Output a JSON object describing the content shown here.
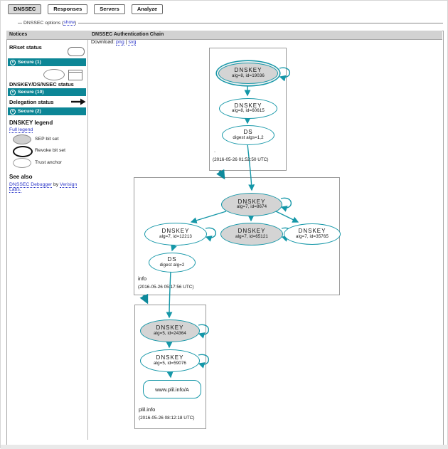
{
  "tabs": [
    {
      "label": "DNSSEC",
      "active": true
    },
    {
      "label": "Responses",
      "active": false
    },
    {
      "label": "Servers",
      "active": false
    },
    {
      "label": "Analyze",
      "active": false
    }
  ],
  "options": {
    "before": "DNSSEC options (",
    "show_link": "show",
    "after": ")"
  },
  "sidebar": {
    "header": "Notices",
    "rrset": {
      "title": "RRset status",
      "status": "Secure (1)"
    },
    "dnskey_ds_nsec": {
      "title": "DNSKEY/DS/NSEC status",
      "status": "Secure (10)"
    },
    "delegation": {
      "title": "Delegation status",
      "status": "Secure (2)"
    },
    "legend": {
      "title": "DNSKEY legend",
      "full_legend_link": "Full legend",
      "sep": "SEP bit set",
      "revoke": "Revoke bit set",
      "trust": "Trust anchor"
    },
    "see_also": {
      "title": "See also",
      "debugger_link": "DNSSEC Debugger",
      "by": " by ",
      "verisign_link": "Verisign Labs."
    }
  },
  "main": {
    "header": "DNSSEC Authentication Chain",
    "download": {
      "label": "Download:",
      "png_link": "png",
      "sep": "|",
      "svg_link": "svg"
    }
  },
  "graph": {
    "colors": {
      "secure_teal": "#0c8696",
      "edge_teal": "#1597a8",
      "sep_fill": "#d4d4d4"
    },
    "zones": [
      {
        "name": ".",
        "timestamp": "(2016-05-26 01:52:50 UTC)"
      },
      {
        "name": "info",
        "timestamp": "(2016-05-26 05:17:56 UTC)"
      },
      {
        "name": "plil.info",
        "timestamp": "(2016-05-26 08:12:18 UTC)"
      }
    ],
    "nodes": {
      "k19036": {
        "t": "DNSKEY",
        "s": "alg=8, id=19036"
      },
      "k60615": {
        "t": "DNSKEY",
        "s": "alg=8, id=60615"
      },
      "ds_root": {
        "t": "DS",
        "s": "digest algs=1,2"
      },
      "k8674": {
        "t": "DNSKEY",
        "s": "alg=7, id=8674"
      },
      "k12213": {
        "t": "DNSKEY",
        "s": "alg=7, id=12213"
      },
      "k65121": {
        "t": "DNSKEY",
        "s": "alg=7, id=65121"
      },
      "k35765": {
        "t": "DNSKEY",
        "s": "alg=7, id=35765"
      },
      "ds_info": {
        "t": "DS",
        "s": "digest alg=2"
      },
      "k24364": {
        "t": "DNSKEY",
        "s": "alg=5, id=24364"
      },
      "k59076": {
        "t": "DNSKEY",
        "s": "alg=5, id=59076"
      },
      "rrset_a": {
        "t": "www.plil.info/A"
      }
    }
  }
}
